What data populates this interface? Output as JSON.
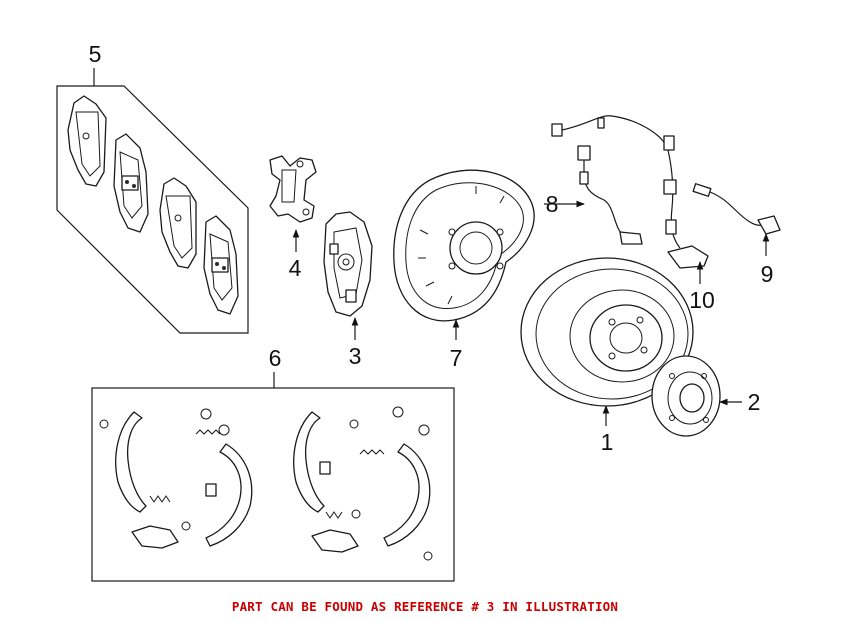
{
  "callouts": [
    {
      "id": "1",
      "label": "1"
    },
    {
      "id": "2",
      "label": "2"
    },
    {
      "id": "3",
      "label": "3"
    },
    {
      "id": "4",
      "label": "4"
    },
    {
      "id": "5",
      "label": "5"
    },
    {
      "id": "6",
      "label": "6"
    },
    {
      "id": "7",
      "label": "7"
    },
    {
      "id": "8",
      "label": "8"
    },
    {
      "id": "9",
      "label": "9"
    },
    {
      "id": "10",
      "label": "10"
    }
  ],
  "footer": {
    "note": "PART CAN BE FOUND AS REFERENCE # 3 IN ILLUSTRATION",
    "note_color": "#cc0000"
  }
}
